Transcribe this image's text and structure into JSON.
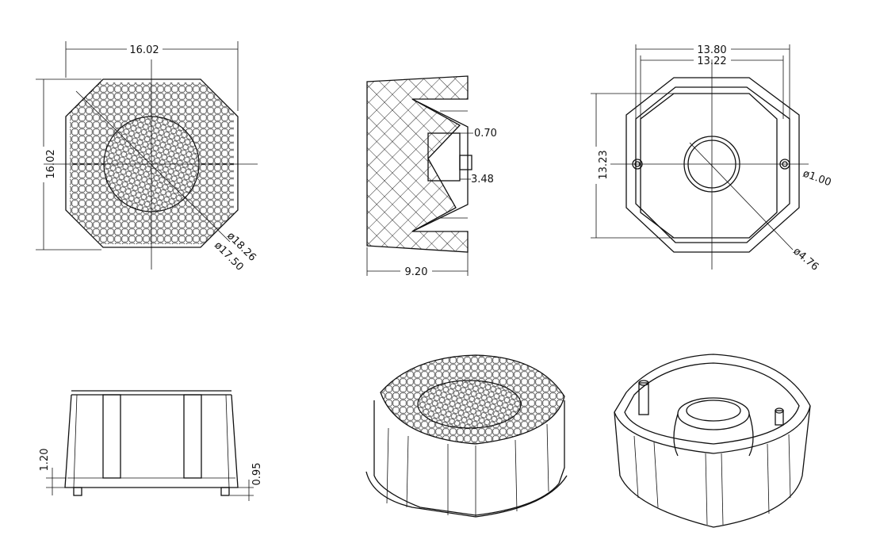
{
  "views": {
    "top_view": {
      "width": "16.02",
      "height": "16.02",
      "outer_diameter": "ø18.26",
      "inner_diameter": "ø17.50"
    },
    "section_view": {
      "depth": "9.20",
      "step": "0.70",
      "recess": "3.48"
    },
    "bottom_view": {
      "outer_width": "13.80",
      "inner_width": "13.22",
      "height": "13.23",
      "pin_diameter": "ø1.00",
      "center_diameter": "ø4.76"
    },
    "side_view": {
      "pin_height": "1.20",
      "foot_height": "0.95"
    },
    "iso_top_view": {},
    "iso_bottom_view": {}
  },
  "colors": {
    "line": "#111111",
    "background": "#ffffff"
  }
}
